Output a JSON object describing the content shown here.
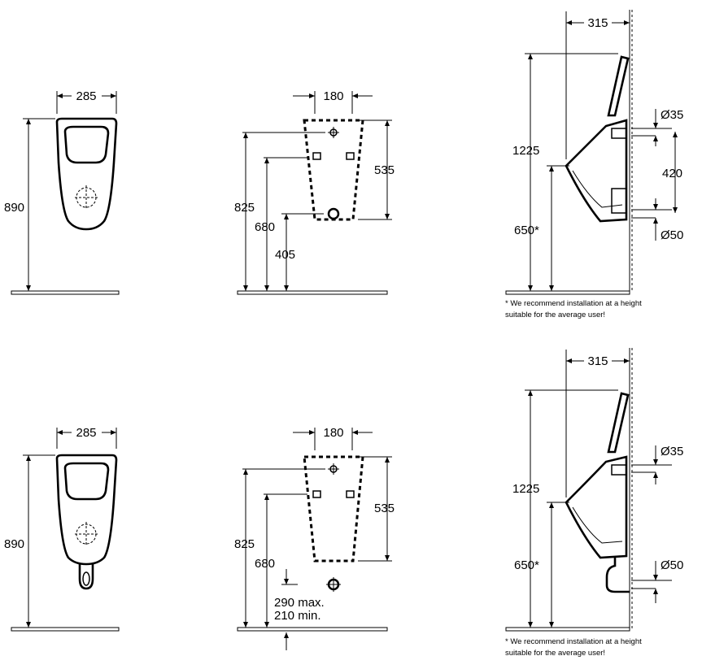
{
  "drawings": {
    "top_row": {
      "front": {
        "width": "285",
        "height": "890"
      },
      "back": {
        "width": "180",
        "height_total": "825",
        "height_upper": "680",
        "height_lower": "405",
        "span": "535"
      },
      "side": {
        "depth": "315",
        "height_total": "1225",
        "height_rim": "650*",
        "inlet": "Ø35",
        "outlet": "Ø50",
        "inlet_outlet_gap": "420"
      },
      "note_line1": "* We recommend installation at a height",
      "note_line2": "suitable  for the average user!"
    },
    "bottom_row": {
      "front": {
        "width": "285",
        "height": "890"
      },
      "back": {
        "width": "180",
        "height_total": "825",
        "height_upper": "680",
        "span": "535",
        "max_label": "290 max.",
        "min_label": "210 min."
      },
      "side": {
        "depth": "315",
        "height_total": "1225",
        "height_rim": "650*",
        "inlet": "Ø35",
        "outlet": "Ø50"
      },
      "note_line1": "* We recommend installation at a height",
      "note_line2": "suitable  for the average user!"
    }
  }
}
